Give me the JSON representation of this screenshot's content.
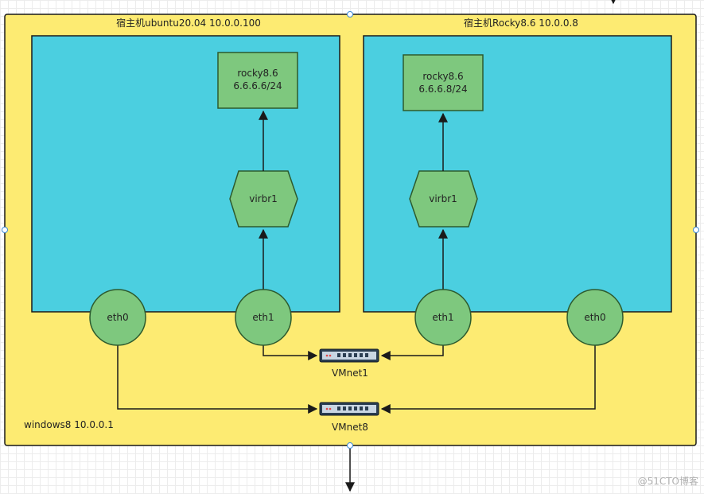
{
  "colors": {
    "outer_fill": "#fdeb72",
    "host_fill": "#4bcfe0",
    "node_fill": "#7ec87e",
    "node_stroke": "#2d5a2d",
    "line": "#1a1a1a",
    "switch_body": "#2b3e52"
  },
  "outer": {
    "label": "windows8 10.0.0.1"
  },
  "host_left": {
    "label": "宿主机ubuntu20.04 10.0.0.100",
    "vm": {
      "line1": "rocky8.6",
      "line2": "6.6.6.6/24"
    },
    "bridge": "virbr1",
    "eth0": "eth0",
    "eth1": "eth1"
  },
  "host_right": {
    "label": "宿主机Rocky8.6 10.0.0.8",
    "vm": {
      "line1": "rocky8.6",
      "line2": "6.6.6.8/24"
    },
    "bridge": "virbr1",
    "eth1": "eth1",
    "eth0": "eth0"
  },
  "switches": {
    "vmnet1": {
      "label": "VMnet1",
      "icon": "network-switch-icon"
    },
    "vmnet8": {
      "label": "VMnet8",
      "icon": "network-switch-icon"
    }
  },
  "watermark": "@51CTO博客"
}
